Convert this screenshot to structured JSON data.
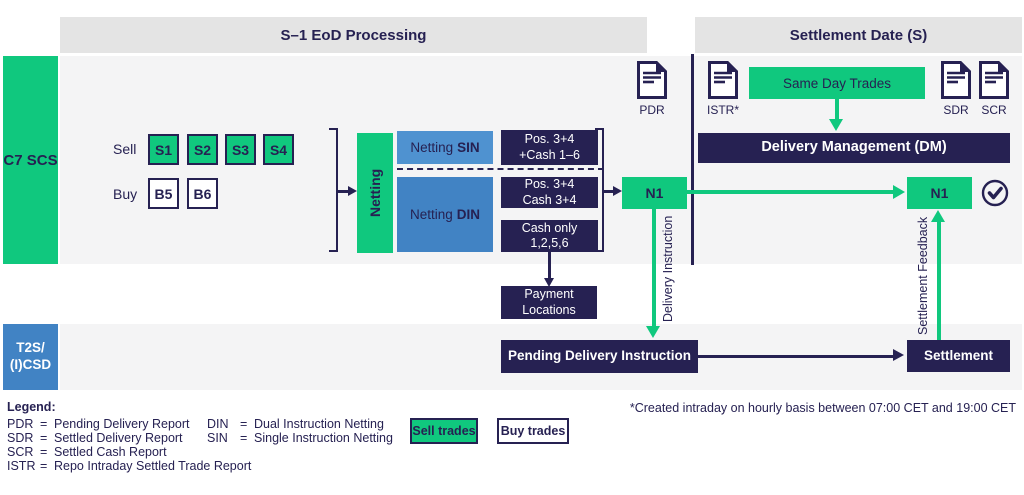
{
  "headers": {
    "left": "S–1 EoD Processing",
    "right": "Settlement Date (S)"
  },
  "lanes": {
    "c7": {
      "label": "C7 SCS"
    },
    "t2s": {
      "line1": "T2S/",
      "line2": "(I)CSD"
    }
  },
  "trades": {
    "sell_label": "Sell",
    "buy_label": "Buy",
    "sell_boxes": [
      "S1",
      "S2",
      "S3",
      "S4"
    ],
    "buy_boxes": [
      "B5",
      "B6"
    ]
  },
  "netting": {
    "label": "Netting",
    "sin_prefix": "Netting",
    "sin_bold": "SIN",
    "din_prefix": "Netting",
    "din_bold": "DIN"
  },
  "outputs": {
    "box1": {
      "line1": "Pos. 3+4",
      "line2": "+Cash 1–6"
    },
    "box2": {
      "line1": "Pos. 3+4",
      "line2": "Cash 3+4"
    },
    "box3": {
      "line1": "Cash only",
      "line2": "1,2,5,6"
    },
    "payment": {
      "line1": "Payment",
      "line2": "Locations"
    }
  },
  "n1": {
    "first": "N1",
    "second": "N1"
  },
  "docs": {
    "pdr": "PDR",
    "istr": "ISTR*",
    "sdr": "SDR",
    "scr": "SCR"
  },
  "settlement_section": {
    "same_day": "Same Day Trades",
    "dm": "Delivery Management (DM)"
  },
  "flows": {
    "delivery_instruction": "Delivery Instruction",
    "settlement_feedback": "Settlement Feedback"
  },
  "bottom": {
    "pending": "Pending Delivery Instruction",
    "settlement": "Settlement"
  },
  "legend": {
    "title": "Legend:",
    "separator": "=",
    "col1": [
      {
        "abbr": "PDR",
        "desc": "Pending Delivery Report"
      },
      {
        "abbr": "SDR",
        "desc": "Settled Delivery Report"
      },
      {
        "abbr": "SCR",
        "desc": "Settled Cash Report"
      },
      {
        "abbr": "ISTR",
        "desc": "Repo Intraday Settled Trade Report"
      }
    ],
    "col2": [
      {
        "abbr": "DIN",
        "desc": "Dual Instruction Netting"
      },
      {
        "abbr": "SIN",
        "desc": "Single Instruction Netting"
      }
    ],
    "sell_key": "Sell trades",
    "buy_key": "Buy trades"
  },
  "footnote": "*Created intraday on hourly basis between 07:00 CET and 19:00 CET",
  "colors": {
    "green": "#10c87e",
    "navy": "#262152",
    "blue": "#4183c4",
    "blue_light": "#4f92d0",
    "header_gray": "#e4e4e4",
    "lane_gray": "#f4f4f5"
  }
}
